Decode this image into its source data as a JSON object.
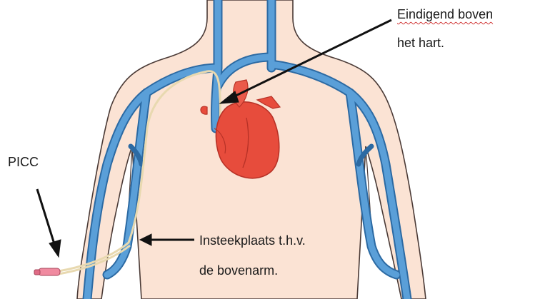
{
  "labels": {
    "top_line1": "Eindigend boven",
    "top_line2": "het hart.",
    "picc": "PICC",
    "insertion_line1": "Insteekplaats t.h.v.",
    "insertion_line2": "de bovenarm."
  },
  "colors": {
    "skin": "#fbe3d4",
    "skin_outline": "#4a3a36",
    "vein": "#5a9fd8",
    "vein_outline": "#2c6aa3",
    "heart": "#e74c3c",
    "heart_dark": "#b83227",
    "catheter": "#e8d9b0",
    "picc_hub": "#f08aa0",
    "arrow": "#111111"
  }
}
